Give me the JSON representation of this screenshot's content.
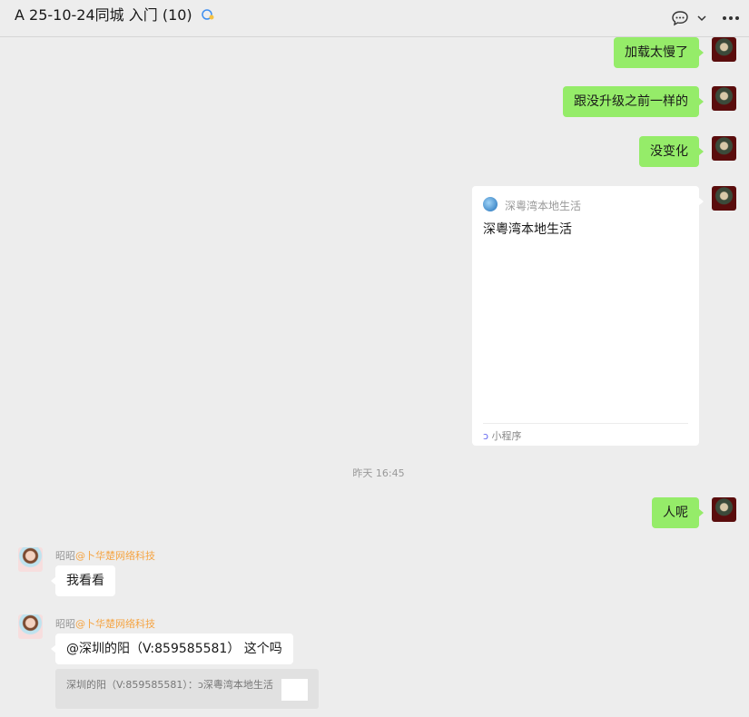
{
  "header": {
    "title": "A 25-10-24同城  入门 (10)",
    "icons": [
      "chat-bubble-icon",
      "chevron-down-icon",
      "more-icon"
    ]
  },
  "messages": {
    "m1": "加载太慢了",
    "m2": "跟没升级之前一样的",
    "m3": "没变化",
    "card": {
      "source": "深粵湾本地生活",
      "title": "深粵湾本地生活",
      "footer": "小程序"
    },
    "time": "昨天 16:45",
    "m4": "人呢",
    "l1": {
      "name": "昭昭",
      "org": "@卜华楚网络科技",
      "text": "我看看"
    },
    "l2": {
      "name": "昭昭",
      "org": "@卜华楚网络科技",
      "text": "@深圳的阳（V:859585581） 这个吗",
      "quote": "深圳的阳（V:859585581）：",
      "quote_link": "深粵湾本地生活"
    }
  }
}
